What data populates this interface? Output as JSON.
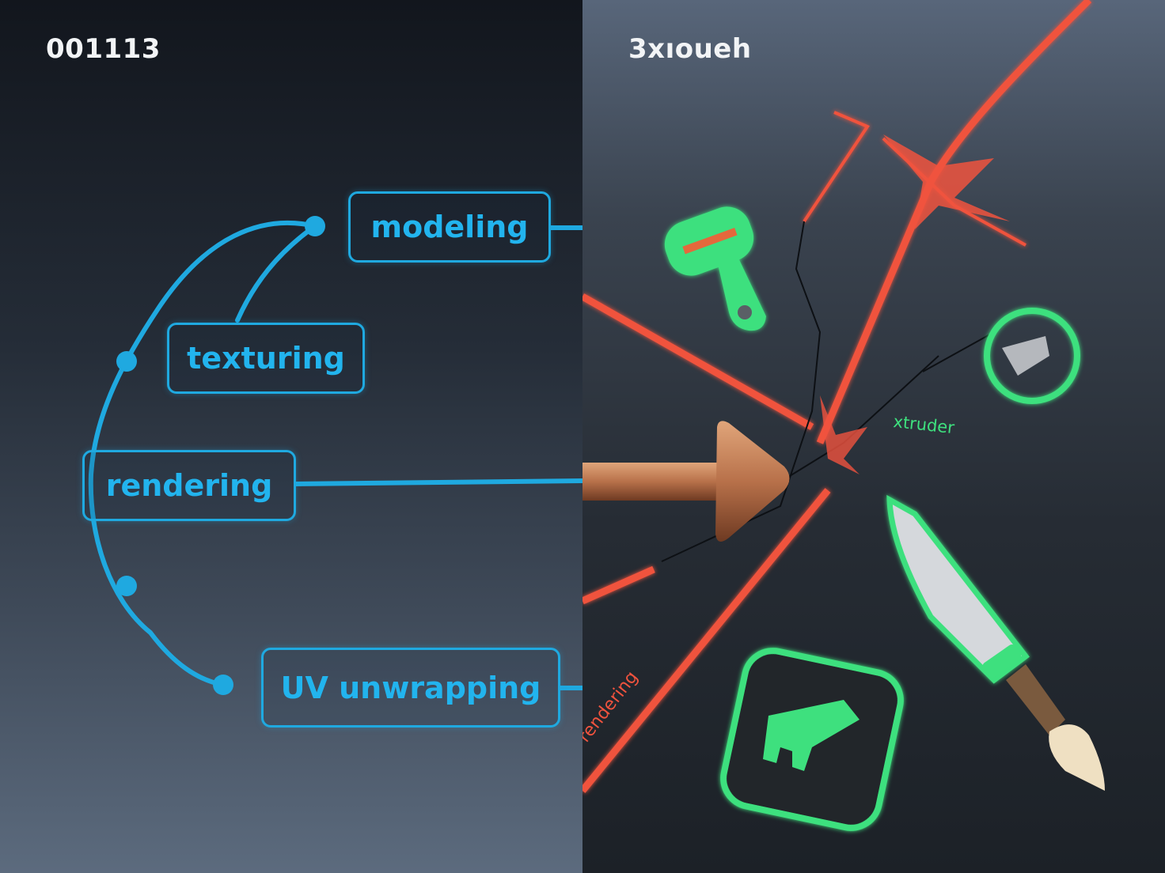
{
  "left_panel": {
    "title": "001113",
    "accent_color": "#1fa9e0",
    "nodes": [
      {
        "label": "modeling"
      },
      {
        "label": "texturing"
      },
      {
        "label": "rendering"
      },
      {
        "label": "UV unwrapping"
      }
    ]
  },
  "right_panel": {
    "title": "3xıoueh",
    "line_color": "#f0533e",
    "icon_color": "#3ee07e",
    "labels": {
      "extruder": "xtruder",
      "rendering": "rendering"
    },
    "icons": [
      "peeler-tool-icon",
      "eraser-circle-icon",
      "copper-arrow-icon",
      "knife-icon",
      "paintbrush-icon",
      "house-tile-icon"
    ]
  }
}
